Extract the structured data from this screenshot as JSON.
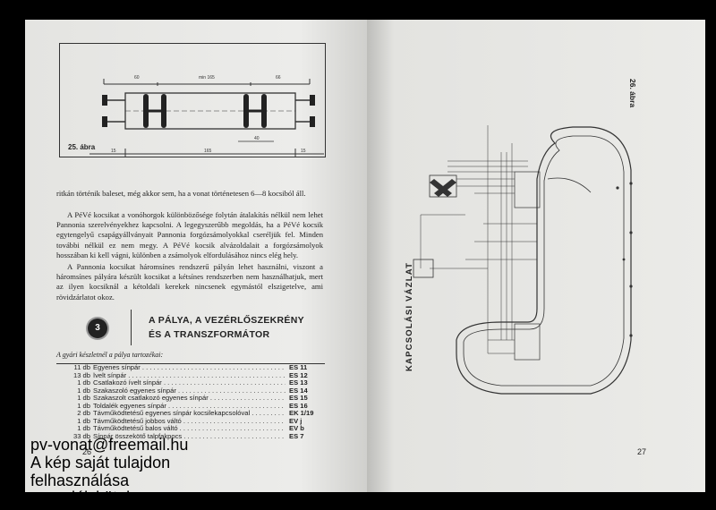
{
  "left_page": {
    "figure_label": "25. ábra",
    "dimensions": {
      "top_left": "60",
      "top_mid": "min 165",
      "top_right": "66",
      "bottom_left": "15",
      "bottom_mid": "165",
      "bottom_right": "15",
      "center": "40"
    },
    "paragraphs": [
      "ritkán történik baleset, még akkor sem, ha a vonat történetesen 6—8 kocsiból áll.",
      "A PéVé kocsikat a vonóhorgok különbözősége folytán átalakítás nélkül nem lehet Pannonia szerelvényekhez kapcsolni. A legegyszerűbb megoldás, ha a PéVé kocsik egytengelyű csapágyállványait Pannonia forgózsámolyokkal cseréljük fel. Minden további nélkül ez nem megy. A PéVé kocsik alvázoldalait a forgózsámolyok hosszában ki kell vágni, különben a zsámolyok elfordulásához nincs elég hely.",
      "A Pannonia kocsikat háromsínes rendszerű pályán lehet használni, viszont a háromsínes pályára készült kocsikat a kétsínes rendszerben nem használhatjuk, mert az ilyen kocsiknál a kétoldali kerekek nincsenek egymástól elszigetelve, ami rövidzárlatot okoz."
    ],
    "chapter": {
      "number": "3",
      "title_line1": "A PÁLYA, A VEZÉRLŐSZEKRÉNY",
      "title_line2": "ÉS A TRANSZFORMÁTOR"
    },
    "list_caption": "A gyári készletnél a pálya tartozékai:",
    "parts": [
      {
        "qty": "11 db",
        "name": "Egyenes sínpár",
        "code": "ES 11"
      },
      {
        "qty": "13 db",
        "name": "Ívelt sínpár",
        "code": "ES 12"
      },
      {
        "qty": "1 db",
        "name": "Csatlakozó ívelt sínpár",
        "code": "ES 13"
      },
      {
        "qty": "1 db",
        "name": "Szakaszoló egyenes sínpár",
        "code": "ES 14"
      },
      {
        "qty": "1 db",
        "name": "Szakaszolt csatlakozó egyenes sínpár",
        "code": "ES 15"
      },
      {
        "qty": "1 db",
        "name": "Toldalék egyenes sínpár",
        "code": "ES 16"
      },
      {
        "qty": "2 db",
        "name": "Távműködtetésű egyenes sínpár kocsilekapcsolóval",
        "code": "EK 1/19"
      },
      {
        "qty": "1 db",
        "name": "Távműködtetésű jobbos váltó",
        "code": "EV j"
      },
      {
        "qty": "1 db",
        "name": "Távműködtetésű balos váltó",
        "code": "EV b"
      },
      {
        "qty": "33 db",
        "name": "Sínpár összekötő talpfakpocs",
        "code": "ES 7"
      }
    ],
    "page_number": "26"
  },
  "right_page": {
    "figure_label": "26. ábra",
    "vertical_title": "KAPCSOLÁSI VÁZLAT",
    "page_number": "27"
  },
  "watermark": {
    "line1": "pv-vonat@freemail.hu",
    "line2": "A kép saját tulajdon",
    "line3": "felhasználása",
    "line4": "engedélyköteles."
  }
}
